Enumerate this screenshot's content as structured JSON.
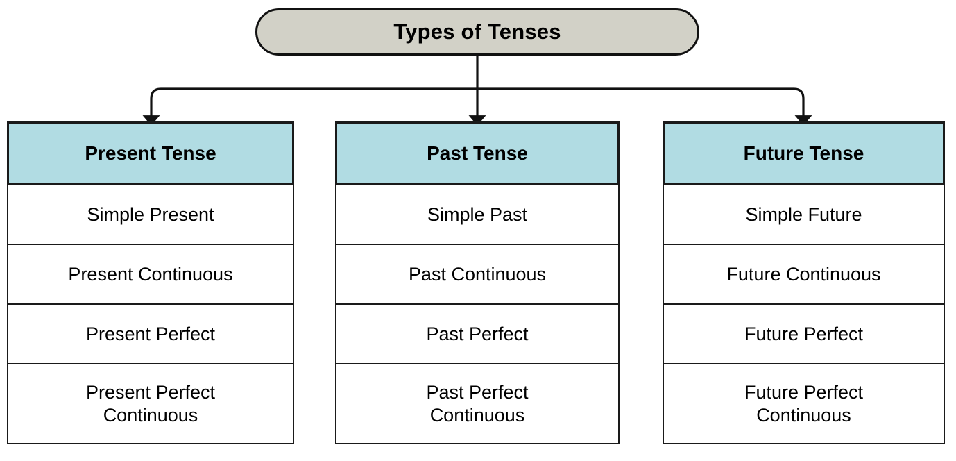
{
  "diagram": {
    "title": "Types of Tenses",
    "type": "hierarchy-tree",
    "colors": {
      "root_fill": "#d2d1c7",
      "header_fill": "#b1dce3",
      "cell_fill": "#ffffff",
      "stroke": "#1a1a1a",
      "text": "#000000"
    },
    "root": {
      "label": "Types of Tenses"
    },
    "branches": [
      {
        "header": "Present Tense",
        "items": [
          "Simple Present",
          "Present Continuous",
          "Present Perfect",
          "Present Perfect\nContinuous"
        ]
      },
      {
        "header": "Past Tense",
        "items": [
          "Simple Past",
          "Past Continuous",
          "Past Perfect",
          "Past Perfect\nContinuous"
        ]
      },
      {
        "header": "Future Tense",
        "items": [
          "Simple Future",
          "Future Continuous",
          "Future Perfect",
          "Future Perfect\nContinuous"
        ]
      }
    ]
  }
}
